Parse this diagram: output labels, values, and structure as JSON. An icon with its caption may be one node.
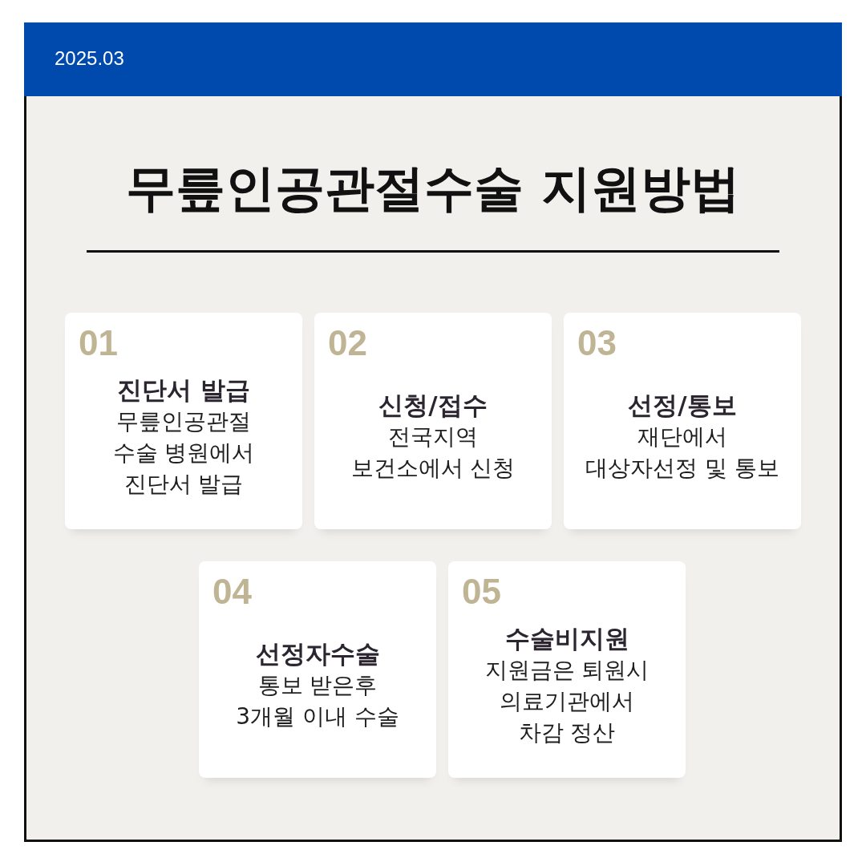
{
  "diagram": {
    "title": "무릎인공관절수술 지원방법",
    "nodes": [
      {
        "text": [
          "2025.03"
        ]
      },
      {
        "text": [
          "01",
          "진단서 발급",
          "무릎인공관절 수술 병원에서 진단서 발급"
        ]
      },
      {
        "text": [
          "02",
          "신청/접수",
          "전국지역 보건소에서 신청"
        ]
      },
      {
        "text": [
          "03",
          "선정/통보",
          "재단에서 대상자선정 및 통보"
        ]
      },
      {
        "text": [
          "04",
          "선정자수술",
          "통보 받은후 3개월 이내 수술"
        ]
      },
      {
        "text": [
          "05",
          "수술비지원",
          "지원금은 퇴원시 의료기관에서 차감 정산"
        ]
      }
    ]
  }
}
